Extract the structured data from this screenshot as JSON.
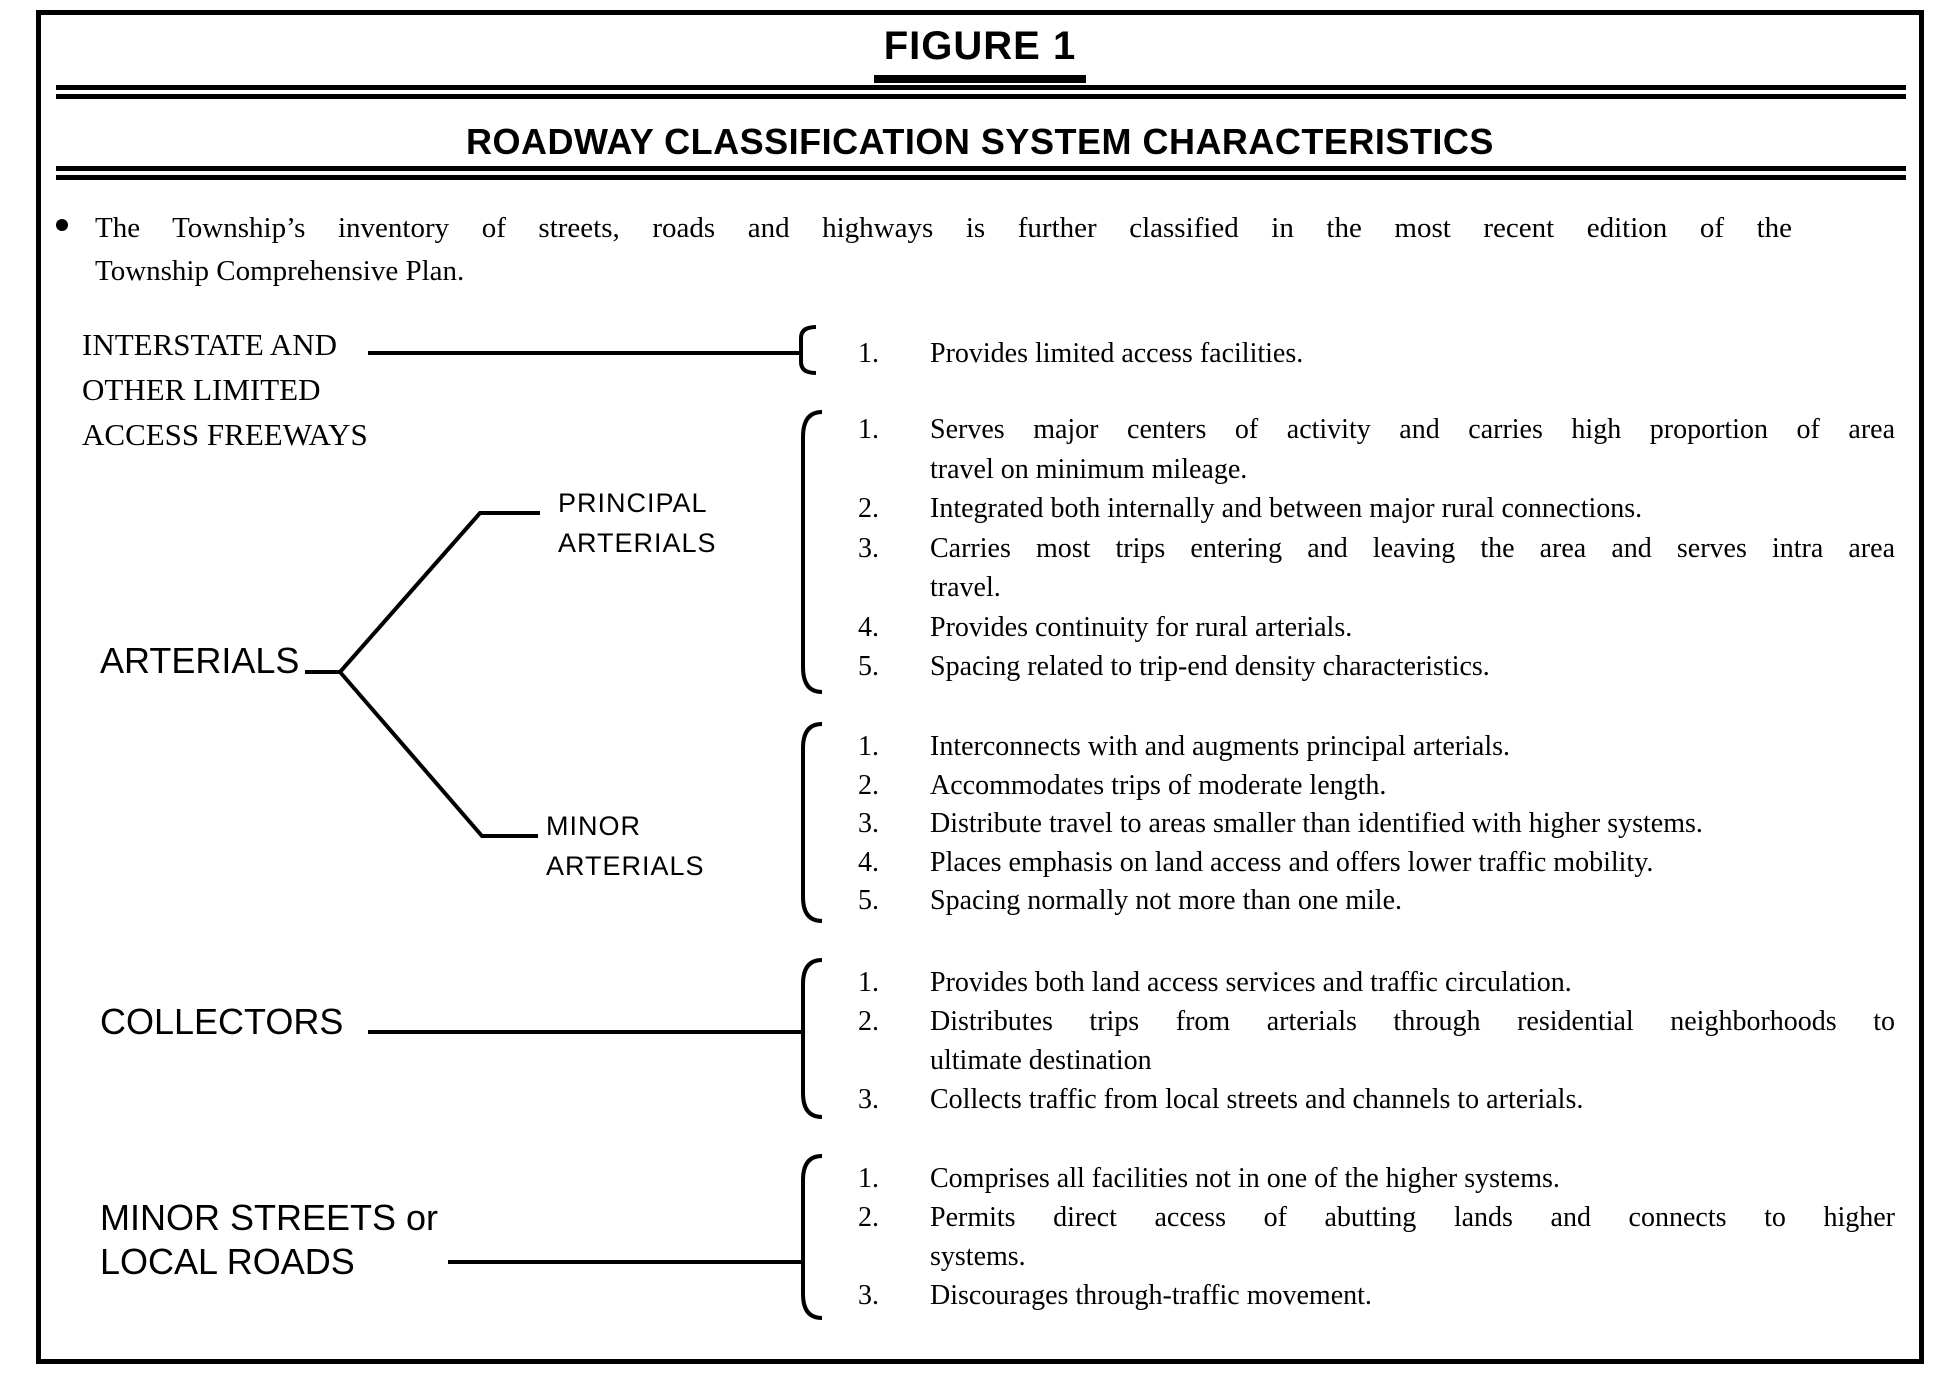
{
  "figure": {
    "title": "FIGURE 1",
    "heading": "ROADWAY CLASSIFICATION SYSTEM CHARACTERISTICS"
  },
  "intro": {
    "bullet": "•",
    "lines": [
      "The Township’s inventory of streets, roads and highways is further classified in the most recent edition of the",
      "Township Comprehensive Plan."
    ]
  },
  "sections": [
    {
      "id": "interstate",
      "label_lines": [
        "INTERSTATE AND",
        "OTHER LIMITED",
        "ACCESS FREEWAYS"
      ],
      "items": [
        {
          "num": "1.",
          "lines": [
            "Provides limited access facilities."
          ]
        }
      ]
    },
    {
      "id": "principal-arterials",
      "label_lines": [
        "PRINCIPAL",
        "ARTERIALS"
      ],
      "items": [
        {
          "num": "1.",
          "lines": [
            "Serves major centers of activity and carries high proportion of area",
            "travel on minimum mileage."
          ]
        },
        {
          "num": "2.",
          "lines": [
            "Integrated both internally and between major rural connections."
          ]
        },
        {
          "num": "3.",
          "lines": [
            "Carries most trips entering and leaving the area and serves intra area",
            "travel."
          ]
        },
        {
          "num": "4.",
          "lines": [
            "Provides continuity for rural arterials."
          ]
        },
        {
          "num": "5.",
          "lines": [
            "Spacing related to trip-end density characteristics."
          ]
        }
      ]
    },
    {
      "id": "minor-arterials",
      "label_lines": [
        "MINOR",
        "ARTERIALS"
      ],
      "items": [
        {
          "num": "1.",
          "lines": [
            "Interconnects with and augments principal arterials."
          ]
        },
        {
          "num": "2.",
          "lines": [
            "Accommodates trips of moderate length."
          ]
        },
        {
          "num": "3.",
          "lines": [
            "Distribute travel to areas smaller than identified with higher systems."
          ]
        },
        {
          "num": "4.",
          "lines": [
            "Places emphasis on land access and offers lower traffic mobility."
          ]
        },
        {
          "num": "5.",
          "lines": [
            "Spacing normally not more than one mile."
          ]
        }
      ]
    },
    {
      "id": "collectors",
      "label_lines": [
        "COLLECTORS"
      ],
      "items": [
        {
          "num": "1.",
          "lines": [
            "Provides both land access services and traffic circulation."
          ]
        },
        {
          "num": "2.",
          "lines": [
            "Distributes trips from arterials through residential neighborhoods to",
            "ultimate destination"
          ]
        },
        {
          "num": "3.",
          "lines": [
            "Collects traffic from local streets and channels to arterials."
          ]
        }
      ]
    },
    {
      "id": "minor-streets",
      "label_lines": [
        "MINOR STREETS or",
        "LOCAL ROADS"
      ],
      "items": [
        {
          "num": "1.",
          "lines": [
            "Comprises all facilities not in one of the higher systems."
          ]
        },
        {
          "num": "2.",
          "lines": [
            "Permits direct access of abutting lands and connects to higher",
            "systems."
          ]
        },
        {
          "num": "3.",
          "lines": [
            "Discourages through-traffic movement."
          ]
        }
      ]
    }
  ],
  "colors": {
    "ink": "#000000",
    "paper": "#ffffff"
  }
}
